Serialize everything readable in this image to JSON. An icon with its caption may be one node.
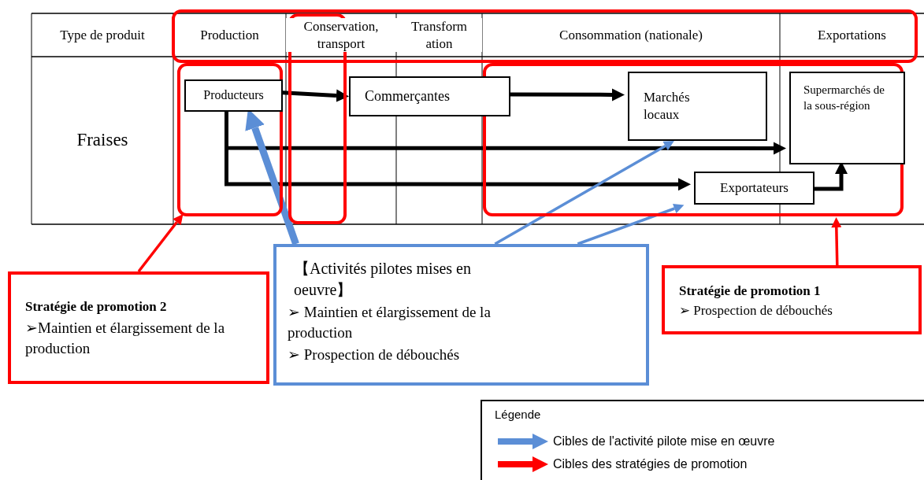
{
  "diagram": {
    "nodes": [
      {
        "text": [],
        "shape": "box"
      },
      {
        "text": [
          "Producteurs"
        ],
        "in": 0
      },
      {
        "text": [
          "Commerçantes"
        ]
      },
      {
        "text": [],
        "shape": "box"
      },
      {
        "text": [
          "Marchés locaux"
        ],
        "in": 3
      },
      {
        "text": [
          "Supermarchés de la sous-région"
        ],
        "in": 3
      },
      {
        "text": [
          "Exportateurs"
        ],
        "in": 3
      },
      {
        "text": [
          "【Activités pilotes mises en oeuvre】",
          "➢ Maintien et élargissement de la production",
          "➢ Prospection de débouchés"
        ]
      },
      {
        "text": [
          "Stratégie de promotion 2",
          "➢Maintien et élargissement de la production"
        ]
      },
      {
        "text": [
          "Stratégie de promotion 1",
          "➢ Prospection de débouchés"
        ]
      }
    ],
    "edges": [
      {
        "from": 1,
        "to": 2,
        "arrow": "to"
      },
      {
        "from": 2,
        "to": 4,
        "arrow": "to"
      },
      {
        "from": 1,
        "to": 5,
        "arrow": "to"
      },
      {
        "from": 1,
        "to": 6,
        "arrow": "to"
      },
      {
        "from": 6,
        "to": 5,
        "arrow": "to"
      },
      {
        "from": 7,
        "to": 1,
        "arrow": "to",
        "style": "thick",
        "color": "#5b8ed6"
      },
      {
        "from": 7,
        "to": 4,
        "arrow": "to",
        "color": "#5b8ed6"
      },
      {
        "from": 7,
        "to": 6,
        "arrow": "to",
        "color": "#5b8ed6"
      },
      {
        "from": 8,
        "to": 0,
        "arrow": "to",
        "color": "#ff0000"
      },
      {
        "from": 9,
        "to": 3,
        "arrow": "to",
        "color": "#ff0000"
      }
    ],
    "labels": [
      "Type de produit",
      "Production",
      "Conservation, transport",
      "Transform ation",
      "Consommation (nationale)",
      "Exportations",
      "Fraises",
      "Légende"
    ],
    "legend": [
      {
        "text": "Cibles de l'activité pilote mise en œuvre",
        "color": "#5b8ed6"
      },
      {
        "text": "Cibles des stratégies de promotion",
        "color": "#ff0000"
      }
    ]
  }
}
